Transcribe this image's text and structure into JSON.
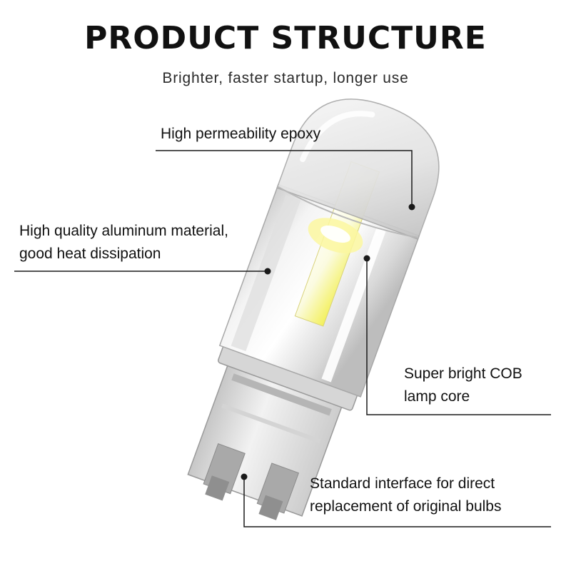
{
  "header": {
    "title": "PRODUCT STRUCTURE",
    "subtitle": "Brighter, faster startup, longer use"
  },
  "callouts": {
    "epoxy": {
      "lines": [
        "High permeability epoxy"
      ]
    },
    "aluminum": {
      "lines": [
        "High quality aluminum material,",
        "good heat dissipation"
      ]
    },
    "cob": {
      "lines": [
        "Super bright COB",
        "lamp core"
      ]
    },
    "interface": {
      "lines": [
        "Standard interface for direct",
        "replacement of original bulbs"
      ]
    }
  },
  "colors": {
    "text": "#111111",
    "leader_line": "#1a1a1a",
    "led_yellow": "#f3f05a",
    "led_white": "#ffffff"
  }
}
